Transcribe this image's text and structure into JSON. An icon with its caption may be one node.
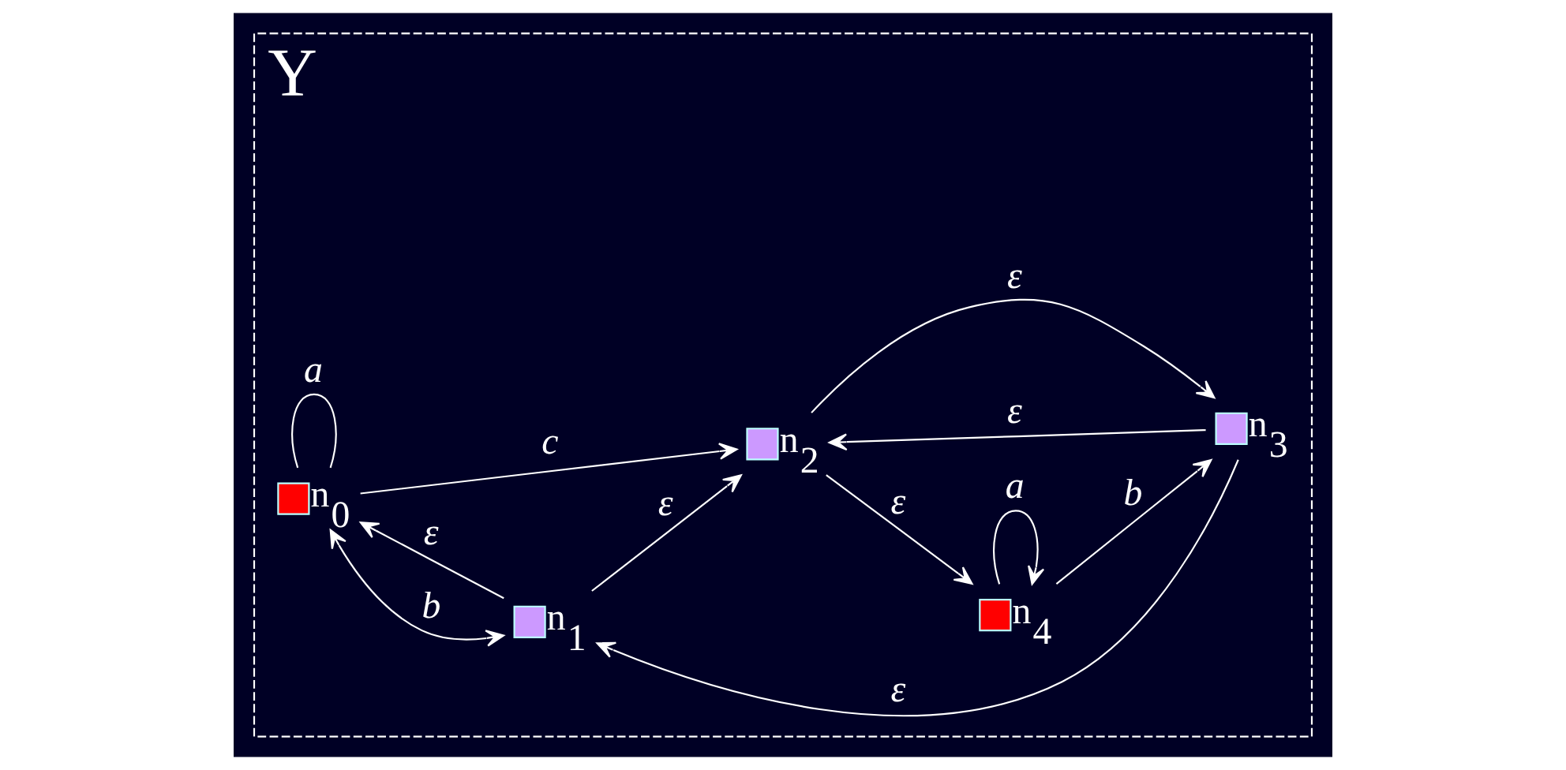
{
  "diagram": {
    "nodes": [
      {
        "text": [
          "Y"
        ]
      },
      {
        "text": [
          "n$_{0}$"
        ],
        "in": 0
      },
      {
        "text": [
          "n$_{1}$"
        ],
        "in": 0
      },
      {
        "text": [
          "n$_{2}$"
        ],
        "in": 0
      },
      {
        "text": [
          "n$_{3}$"
        ],
        "in": 0
      },
      {
        "text": [
          "n$_{4}$"
        ],
        "in": 0
      }
    ],
    "edges": [
      {
        "from": 1,
        "to": 1,
        "arrow": "none",
        "label": "a"
      },
      {
        "from": 1,
        "to": 3,
        "arrow": "to",
        "label": "c"
      },
      {
        "from": 1,
        "to": 2,
        "arrow": "both",
        "label": "b"
      },
      {
        "from": 2,
        "to": 1,
        "arrow": "to",
        "label": "ε"
      },
      {
        "from": 2,
        "to": 3,
        "arrow": "to",
        "label": "ε"
      },
      {
        "from": 3,
        "to": 5,
        "arrow": "to",
        "label": "ε"
      },
      {
        "from": 3,
        "to": 4,
        "arrow": "to",
        "label": "ε"
      },
      {
        "from": 4,
        "to": 3,
        "arrow": "to",
        "label": "ε"
      },
      {
        "from": 5,
        "to": 4,
        "arrow": "to",
        "label": "b"
      },
      {
        "from": 4,
        "to": 2,
        "arrow": "to",
        "label": "ε"
      },
      {
        "from": 5,
        "to": 5,
        "arrow": "to",
        "label": "a"
      }
    ]
  }
}
